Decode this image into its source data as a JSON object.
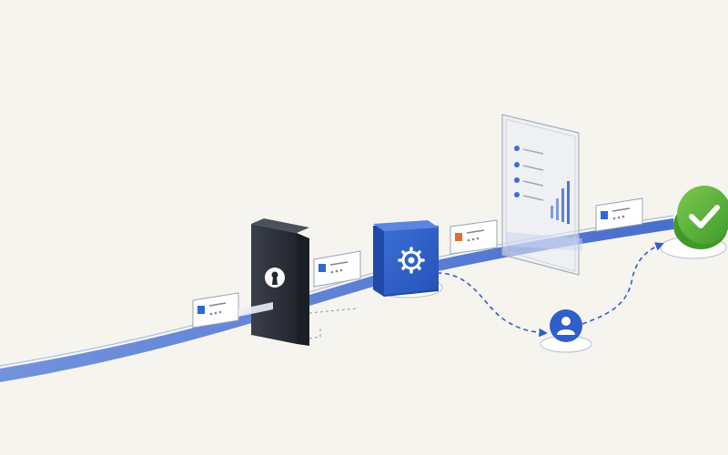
{
  "diagram": {
    "stages": [
      {
        "id": "entry-card",
        "kind": "data-card",
        "accent": "blue"
      },
      {
        "id": "lock-gate",
        "kind": "gate",
        "icon": "keyhole-icon"
      },
      {
        "id": "card-after-gate",
        "kind": "data-card",
        "accent": "blue"
      },
      {
        "id": "processor",
        "kind": "processor",
        "icon": "gear-icon"
      },
      {
        "id": "card-after-processor",
        "kind": "data-card",
        "accent": "orange"
      },
      {
        "id": "dashboard-panel",
        "kind": "glass-panel",
        "content": "list-and-bar-chart"
      },
      {
        "id": "card-before-check",
        "kind": "data-card",
        "accent": "blue"
      },
      {
        "id": "approval",
        "kind": "status-disc",
        "icon": "checkmark-icon"
      },
      {
        "id": "reviewer",
        "kind": "status-disc",
        "icon": "user-icon"
      }
    ],
    "connections": [
      {
        "from": "processor",
        "to": "reviewer",
        "style": "dashed-arrow"
      },
      {
        "from": "reviewer",
        "to": "approval",
        "style": "dashed-arrow"
      }
    ]
  },
  "colors": {
    "background": "#f6f4ef",
    "flow": "#3f6bd0",
    "flow_light": "#8fa8e6",
    "gate": "#2c3039",
    "processor": "#2f5fc8",
    "card_accent_blue": "#2f66d9",
    "card_accent_orange": "#e8692c",
    "success": "#5bb13a",
    "dashed": "#2f5fc8"
  }
}
